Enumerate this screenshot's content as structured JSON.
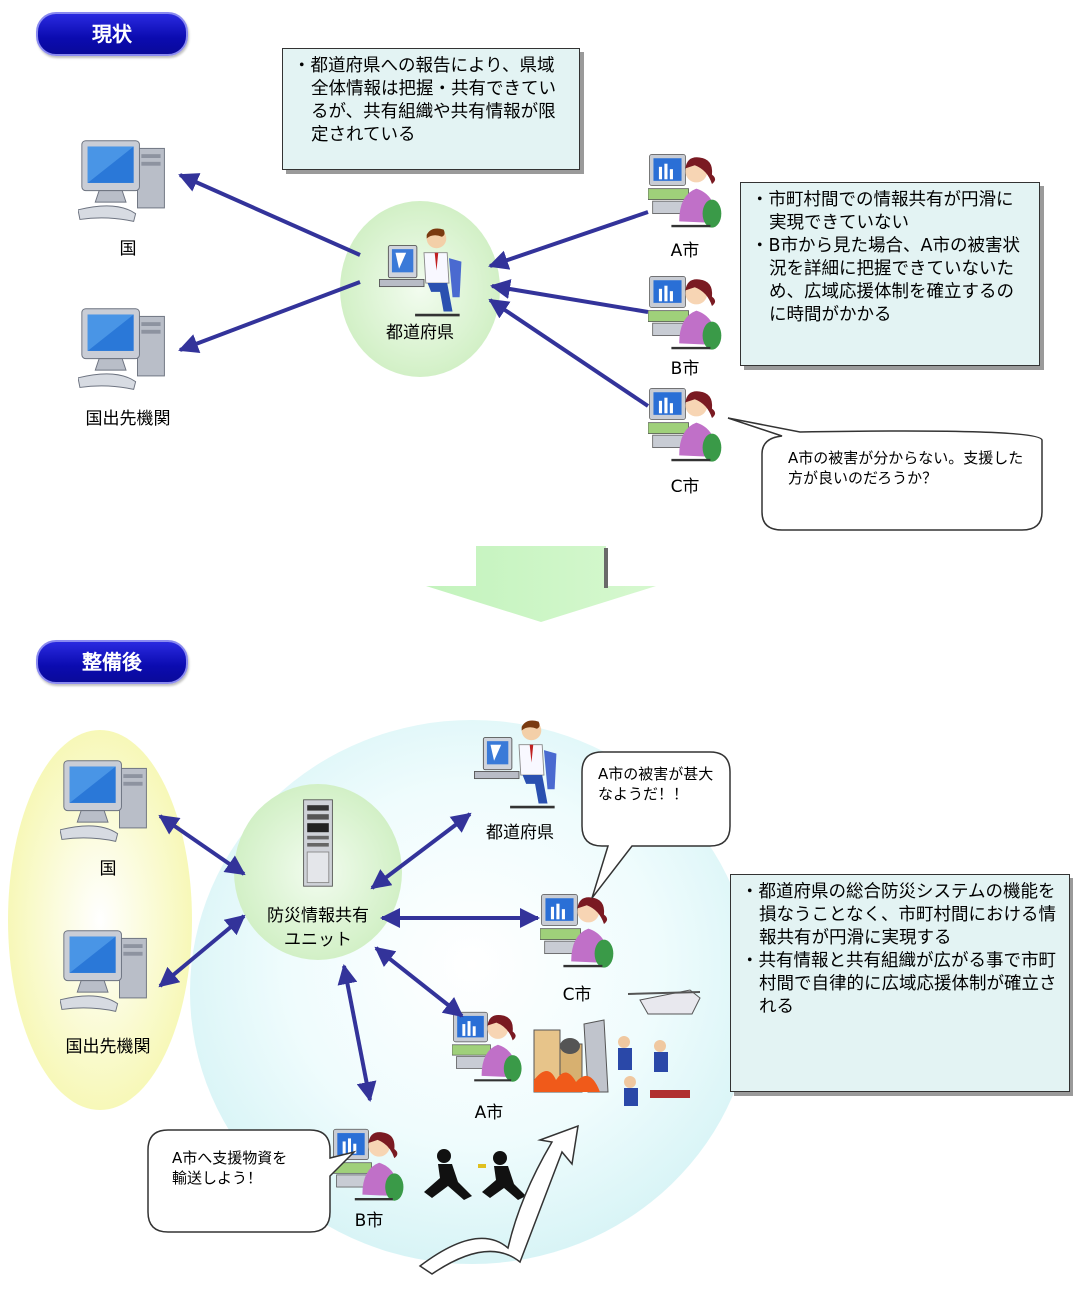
{
  "before": {
    "heading": "現状",
    "labels": {
      "kuni": "国",
      "kuni_branch": "国出先機関",
      "prefecture": "都道府県",
      "city_a": "A市",
      "city_b": "B市",
      "city_c": "C市"
    },
    "note_top": "都道府県への報告により、県域全体情報は把握・共有できているが、共有組織や共有情報が限定されている",
    "note_right": [
      "市町村間での情報共有が円滑に実現できていない",
      "B市から見た場合、A市の被害状況を詳細に把握できていないため、広域応援体制を確立するのに時間がかかる"
    ],
    "bubble_c": "A市の被害が分からない。支援した方が良いのだろうか？"
  },
  "after": {
    "heading": "整備後",
    "labels": {
      "kuni": "国",
      "kuni_branch": "国出先機関",
      "unit_line1": "防災情報共有",
      "unit_line2": "ユニット",
      "prefecture": "都道府県",
      "city_c": "C市",
      "city_a": "A市",
      "city_b": "B市"
    },
    "bubble_c": "A市の被害が甚大なようだ！！",
    "bubble_b": "A市へ支援物資を輸送しよう！",
    "note_right": [
      "都道府県の総合防災システムの機能を損なうことなく、市町村間における情報共有が円滑に実現する",
      "共有情報と共有組織が広がる事で市町村間で自律的に広域応援体制が確立される"
    ]
  },
  "colors": {
    "heading_bg": "#1010c0",
    "arrow": "#33339a",
    "note_bg": "#e3f3f3",
    "transition_arrow": "#c8f5c0",
    "zone_cyan": "#e6fafb",
    "zone_yellow": "#fafbc8",
    "zone_green": "#dff5d6"
  }
}
